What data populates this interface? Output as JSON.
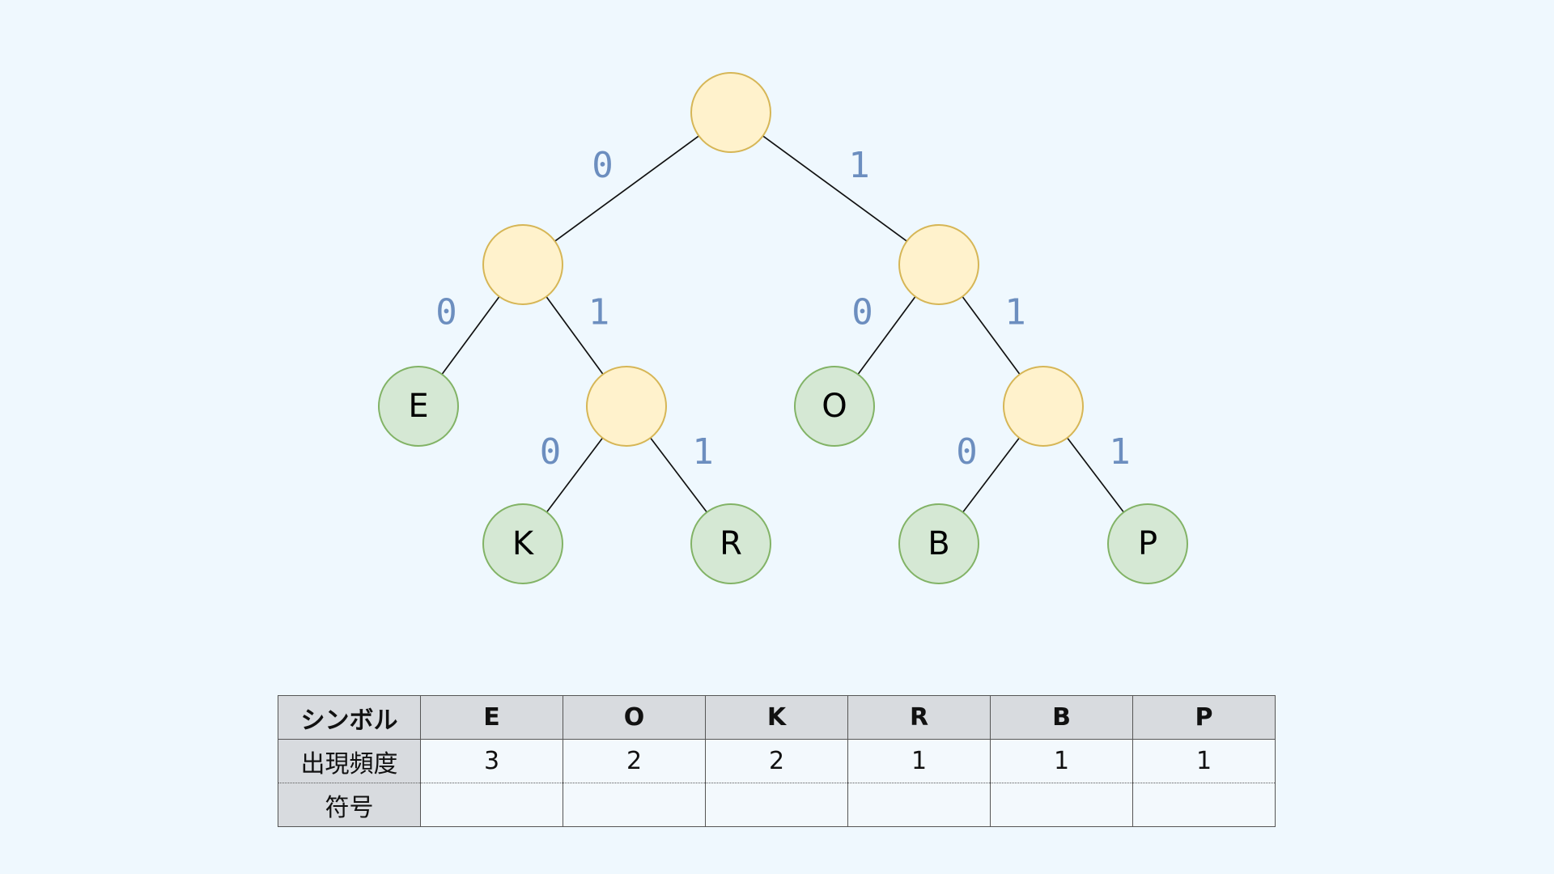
{
  "tree": {
    "colors": {
      "internal_fill": "#fff2cc",
      "internal_stroke": "#d6b656",
      "leaf_fill": "#d5e8d4",
      "leaf_stroke": "#82b366",
      "edge_label": "#6c8ebf"
    },
    "nodes": [
      {
        "id": "root",
        "label": ""
      },
      {
        "id": "n0",
        "label": ""
      },
      {
        "id": "n1",
        "label": ""
      },
      {
        "id": "leaf-e",
        "label": "E"
      },
      {
        "id": "n01",
        "label": ""
      },
      {
        "id": "leaf-o",
        "label": "O"
      },
      {
        "id": "n11",
        "label": ""
      },
      {
        "id": "leaf-k",
        "label": "K"
      },
      {
        "id": "leaf-r",
        "label": "R"
      },
      {
        "id": "leaf-b",
        "label": "B"
      },
      {
        "id": "leaf-p",
        "label": "P"
      }
    ],
    "edges": [
      {
        "from": "root",
        "to": "n0",
        "bit": "0"
      },
      {
        "from": "root",
        "to": "n1",
        "bit": "1"
      },
      {
        "from": "n0",
        "to": "leaf-e",
        "bit": "0"
      },
      {
        "from": "n0",
        "to": "n01",
        "bit": "1"
      },
      {
        "from": "n1",
        "to": "leaf-o",
        "bit": "0"
      },
      {
        "from": "n1",
        "to": "n11",
        "bit": "1"
      },
      {
        "from": "n01",
        "to": "leaf-k",
        "bit": "0"
      },
      {
        "from": "n01",
        "to": "leaf-r",
        "bit": "1"
      },
      {
        "from": "n11",
        "to": "leaf-b",
        "bit": "0"
      },
      {
        "from": "n11",
        "to": "leaf-p",
        "bit": "1"
      }
    ]
  },
  "table": {
    "row_labels": {
      "symbol": "シンボル",
      "frequency": "出現頻度",
      "code": "符号"
    },
    "symbols": [
      "E",
      "O",
      "K",
      "R",
      "B",
      "P"
    ],
    "frequencies": [
      "3",
      "2",
      "2",
      "1",
      "1",
      "1"
    ],
    "codes": [
      "",
      "",
      "",
      "",
      "",
      ""
    ]
  }
}
